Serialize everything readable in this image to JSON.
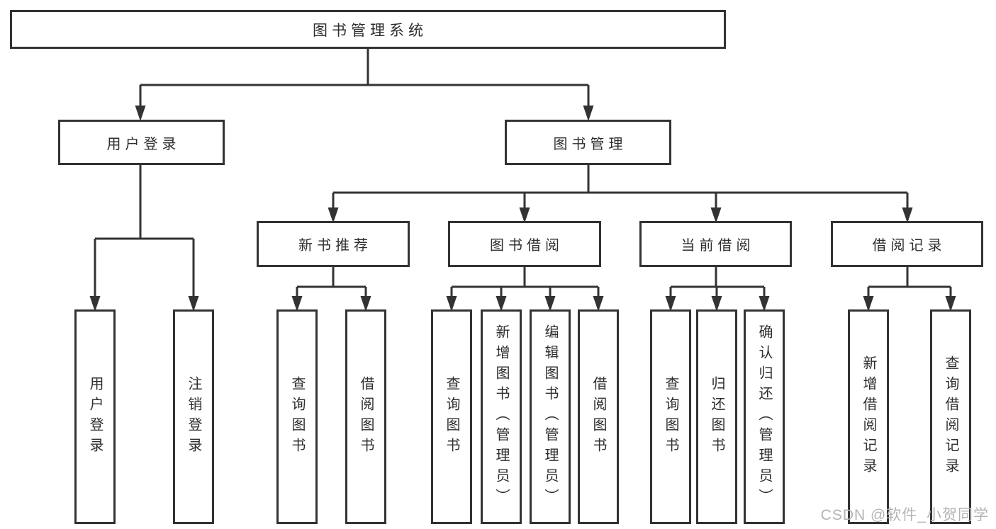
{
  "diagram_title": "图书管理系统",
  "watermark": "CSDN @软件_小贺同学",
  "colors": {
    "line": "#333333",
    "text": "#2e2e2e",
    "watermark": "#b4b4b4",
    "background": "#ffffff"
  },
  "nodes": {
    "root": "图书管理系统",
    "user_login": "用户登录",
    "book_management": "图书管理",
    "new_book_recommend": "新书推荐",
    "book_borrow": "图书借阅",
    "current_borrow": "当前借阅",
    "borrow_record": "借阅记录",
    "leaf_user_login": "用户登录",
    "leaf_logout": "注销登录",
    "leaf_query_book_a": "查询图书",
    "leaf_borrow_book_a": "借阅图书",
    "leaf_query_book_b": "查询图书",
    "leaf_add_book_admin": "新增图书（管理员）",
    "leaf_edit_book_admin": "编辑图书（管理员）",
    "leaf_borrow_book_b": "借阅图书",
    "leaf_query_book_c": "查询图书",
    "leaf_return_book": "归还图书",
    "leaf_confirm_return_admin": "确认归还（管理员）",
    "leaf_add_borrow_record": "新增借阅记录",
    "leaf_query_borrow_record": "查询借阅记录"
  },
  "hierarchy": {
    "图书管理系统": {
      "用户登录": [
        "用户登录",
        "注销登录"
      ],
      "图书管理": {
        "新书推荐": [
          "查询图书",
          "借阅图书"
        ],
        "图书借阅": [
          "查询图书",
          "新增图书（管理员）",
          "编辑图书（管理员）",
          "借阅图书"
        ],
        "当前借阅": [
          "查询图书",
          "归还图书",
          "确认归还（管理员）"
        ],
        "借阅记录": [
          "新增借阅记录",
          "查询借阅记录"
        ]
      }
    }
  }
}
